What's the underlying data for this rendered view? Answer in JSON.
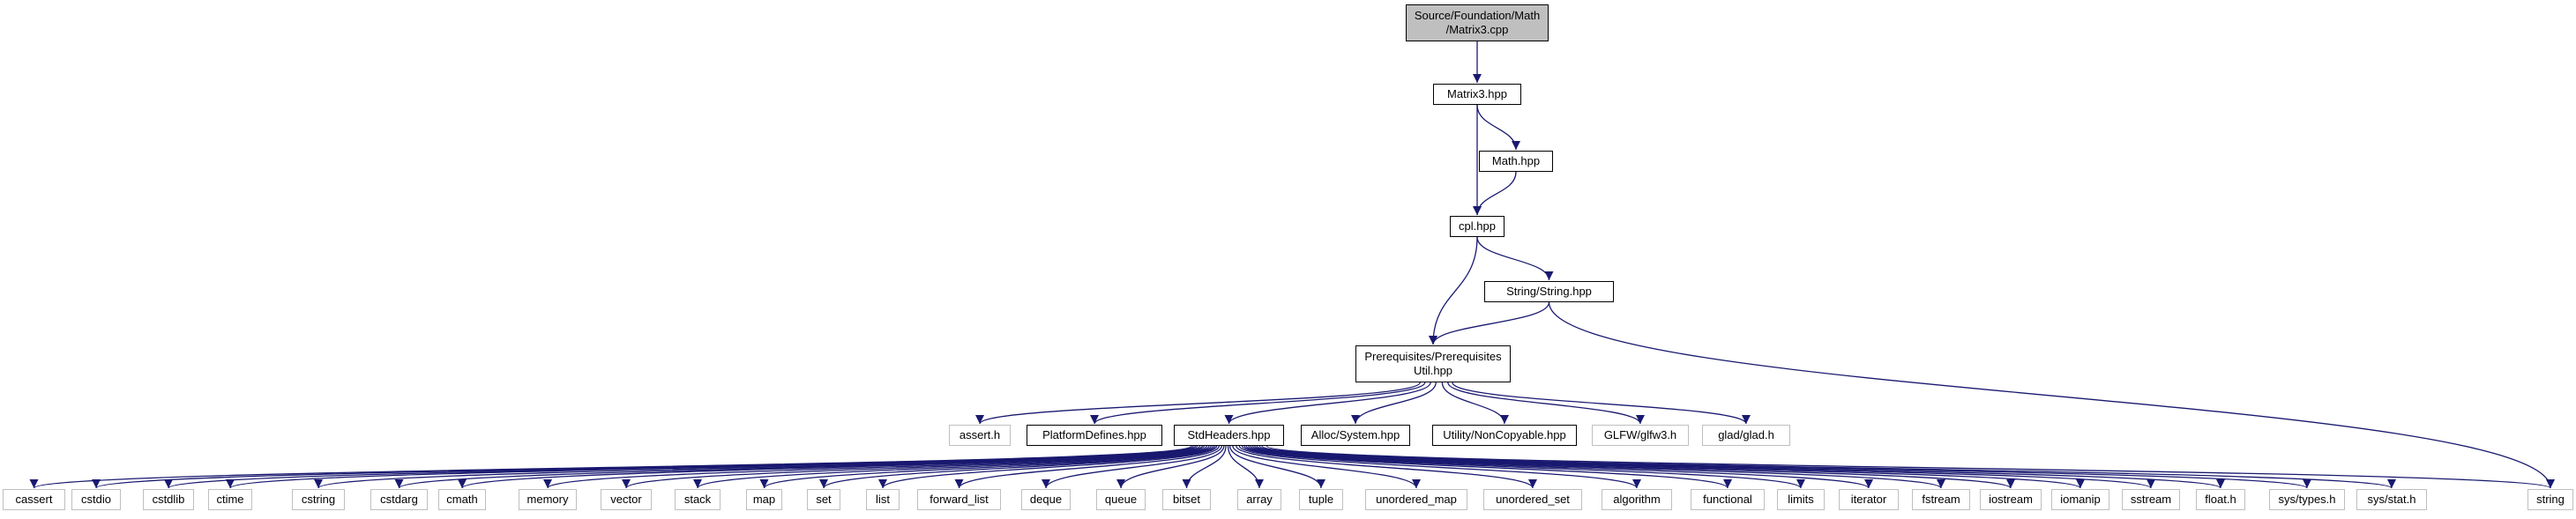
{
  "graph": {
    "edge_color": "#191970",
    "root_fill": "#bfbfbf",
    "external_border": "#bfbfbf",
    "nodes": [
      {
        "id": "matrix3cpp",
        "label": "Source/Foundation/Math\n/Matrix3.cpp",
        "style": "root"
      },
      {
        "id": "matrix3hpp",
        "label": "Matrix3.hpp",
        "style": "normal"
      },
      {
        "id": "mathhpp",
        "label": "Math.hpp",
        "style": "normal"
      },
      {
        "id": "cplhpp",
        "label": "cpl.hpp",
        "style": "normal"
      },
      {
        "id": "stringhpp",
        "label": "String/String.hpp",
        "style": "normal"
      },
      {
        "id": "prereq",
        "label": "Prerequisites/Prerequisites\nUtil.hpp",
        "style": "normal"
      },
      {
        "id": "asserth",
        "label": "assert.h",
        "style": "external"
      },
      {
        "id": "platformdefines",
        "label": "PlatformDefines.hpp",
        "style": "normal"
      },
      {
        "id": "stdheaders",
        "label": "StdHeaders.hpp",
        "style": "normal"
      },
      {
        "id": "allocsystem",
        "label": "Alloc/System.hpp",
        "style": "normal"
      },
      {
        "id": "noncopyable",
        "label": "Utility/NonCopyable.hpp",
        "style": "normal"
      },
      {
        "id": "glfw",
        "label": "GLFW/glfw3.h",
        "style": "external"
      },
      {
        "id": "glad",
        "label": "glad/glad.h",
        "style": "external"
      },
      {
        "id": "cassert",
        "label": "cassert",
        "style": "external"
      },
      {
        "id": "cstdio",
        "label": "cstdio",
        "style": "external"
      },
      {
        "id": "cstdlib",
        "label": "cstdlib",
        "style": "external"
      },
      {
        "id": "ctime",
        "label": "ctime",
        "style": "external"
      },
      {
        "id": "cstring",
        "label": "cstring",
        "style": "external"
      },
      {
        "id": "cstdarg",
        "label": "cstdarg",
        "style": "external"
      },
      {
        "id": "cmath",
        "label": "cmath",
        "style": "external"
      },
      {
        "id": "memory",
        "label": "memory",
        "style": "external"
      },
      {
        "id": "vector",
        "label": "vector",
        "style": "external"
      },
      {
        "id": "stack",
        "label": "stack",
        "style": "external"
      },
      {
        "id": "map",
        "label": "map",
        "style": "external"
      },
      {
        "id": "set",
        "label": "set",
        "style": "external"
      },
      {
        "id": "list",
        "label": "list",
        "style": "external"
      },
      {
        "id": "forward_list",
        "label": "forward_list",
        "style": "external"
      },
      {
        "id": "deque",
        "label": "deque",
        "style": "external"
      },
      {
        "id": "queue",
        "label": "queue",
        "style": "external"
      },
      {
        "id": "bitset",
        "label": "bitset",
        "style": "external"
      },
      {
        "id": "array",
        "label": "array",
        "style": "external"
      },
      {
        "id": "tuple",
        "label": "tuple",
        "style": "external"
      },
      {
        "id": "unordered_map",
        "label": "unordered_map",
        "style": "external"
      },
      {
        "id": "unordered_set",
        "label": "unordered_set",
        "style": "external"
      },
      {
        "id": "algorithm",
        "label": "algorithm",
        "style": "external"
      },
      {
        "id": "functional",
        "label": "functional",
        "style": "external"
      },
      {
        "id": "limits",
        "label": "limits",
        "style": "external"
      },
      {
        "id": "iterator",
        "label": "iterator",
        "style": "external"
      },
      {
        "id": "fstream",
        "label": "fstream",
        "style": "external"
      },
      {
        "id": "iostream",
        "label": "iostream",
        "style": "external"
      },
      {
        "id": "iomanip",
        "label": "iomanip",
        "style": "external"
      },
      {
        "id": "sstream",
        "label": "sstream",
        "style": "external"
      },
      {
        "id": "floath",
        "label": "float.h",
        "style": "external"
      },
      {
        "id": "systypes",
        "label": "sys/types.h",
        "style": "external"
      },
      {
        "id": "sysstat",
        "label": "sys/stat.h",
        "style": "external"
      },
      {
        "id": "string",
        "label": "string",
        "style": "external"
      }
    ],
    "edges": [
      [
        "matrix3cpp",
        "matrix3hpp"
      ],
      [
        "matrix3hpp",
        "mathhpp"
      ],
      [
        "matrix3hpp",
        "cplhpp"
      ],
      [
        "mathhpp",
        "cplhpp"
      ],
      [
        "cplhpp",
        "stringhpp"
      ],
      [
        "cplhpp",
        "prereq"
      ],
      [
        "stringhpp",
        "prereq"
      ],
      [
        "stringhpp",
        "string"
      ],
      [
        "prereq",
        "asserth"
      ],
      [
        "prereq",
        "platformdefines"
      ],
      [
        "prereq",
        "stdheaders"
      ],
      [
        "prereq",
        "allocsystem"
      ],
      [
        "prereq",
        "noncopyable"
      ],
      [
        "prereq",
        "glfw"
      ],
      [
        "prereq",
        "glad"
      ],
      [
        "stdheaders",
        "cassert"
      ],
      [
        "stdheaders",
        "cstdio"
      ],
      [
        "stdheaders",
        "cstdlib"
      ],
      [
        "stdheaders",
        "ctime"
      ],
      [
        "stdheaders",
        "cstring"
      ],
      [
        "stdheaders",
        "cstdarg"
      ],
      [
        "stdheaders",
        "cmath"
      ],
      [
        "stdheaders",
        "memory"
      ],
      [
        "stdheaders",
        "vector"
      ],
      [
        "stdheaders",
        "stack"
      ],
      [
        "stdheaders",
        "map"
      ],
      [
        "stdheaders",
        "set"
      ],
      [
        "stdheaders",
        "list"
      ],
      [
        "stdheaders",
        "forward_list"
      ],
      [
        "stdheaders",
        "deque"
      ],
      [
        "stdheaders",
        "queue"
      ],
      [
        "stdheaders",
        "bitset"
      ],
      [
        "stdheaders",
        "array"
      ],
      [
        "stdheaders",
        "tuple"
      ],
      [
        "stdheaders",
        "unordered_map"
      ],
      [
        "stdheaders",
        "unordered_set"
      ],
      [
        "stdheaders",
        "algorithm"
      ],
      [
        "stdheaders",
        "functional"
      ],
      [
        "stdheaders",
        "limits"
      ],
      [
        "stdheaders",
        "iterator"
      ],
      [
        "stdheaders",
        "fstream"
      ],
      [
        "stdheaders",
        "iostream"
      ],
      [
        "stdheaders",
        "iomanip"
      ],
      [
        "stdheaders",
        "sstream"
      ],
      [
        "stdheaders",
        "floath"
      ],
      [
        "stdheaders",
        "systypes"
      ],
      [
        "stdheaders",
        "sysstat"
      ],
      [
        "stdheaders",
        "string"
      ]
    ]
  }
}
